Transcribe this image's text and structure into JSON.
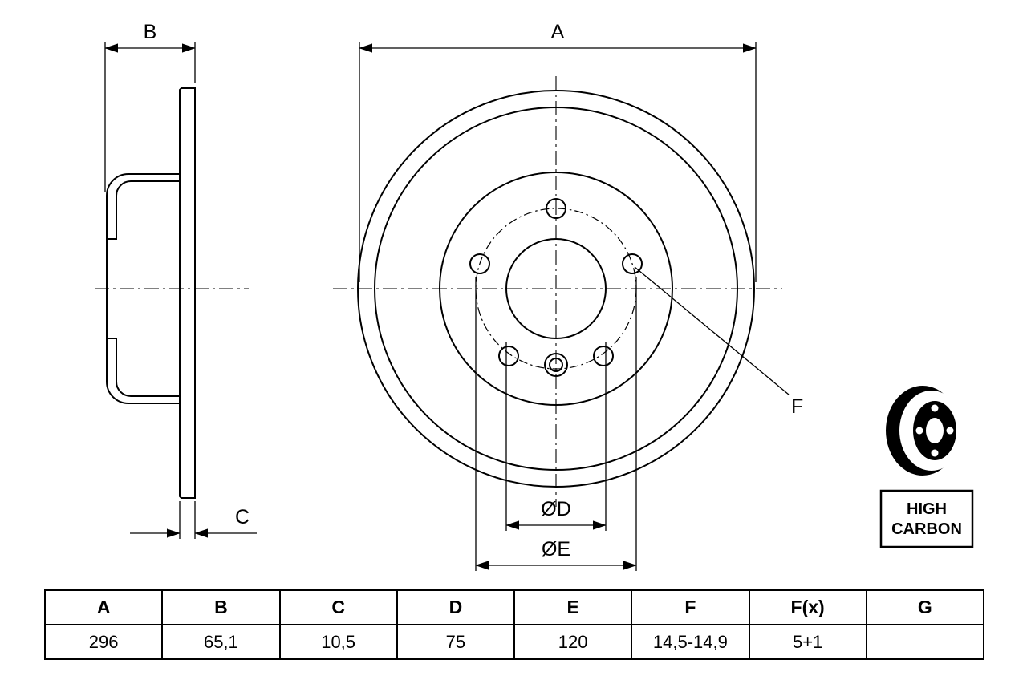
{
  "drawing": {
    "labels": {
      "a": "A",
      "b": "B",
      "c": "C",
      "d": "ØD",
      "e": "ØE",
      "f": "F"
    },
    "badge": {
      "line1": "HIGH",
      "line2": "CARBON"
    }
  },
  "table": {
    "headers": [
      "A",
      "B",
      "C",
      "D",
      "E",
      "F",
      "F(x)",
      "G"
    ],
    "values": [
      "296",
      "65,1",
      "10,5",
      "75",
      "120",
      "14,5-14,9",
      "5+1",
      ""
    ]
  },
  "colors": {
    "line": "#000000",
    "background": "#ffffff"
  }
}
